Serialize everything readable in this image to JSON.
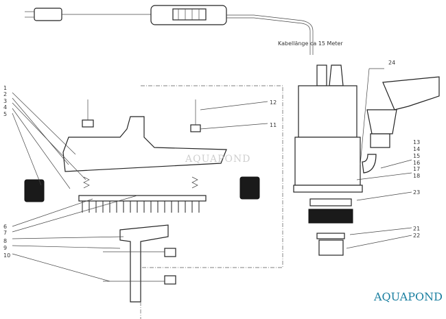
{
  "cable_note": "Kabellänge ca 15 Meter",
  "watermark": {
    "brand": "AquaPond",
    "color": "#1a7fa0"
  },
  "labels_left_top": [
    "1",
    "2",
    "3",
    "4",
    "5"
  ],
  "labels_left_bottom": [
    "6",
    "7",
    "8",
    "9",
    "10"
  ],
  "labels_center": [
    "12",
    "11"
  ],
  "label_24": "24",
  "labels_right": [
    "13",
    "14",
    "15",
    "16",
    "17",
    "18",
    "23",
    "21",
    "22"
  ]
}
